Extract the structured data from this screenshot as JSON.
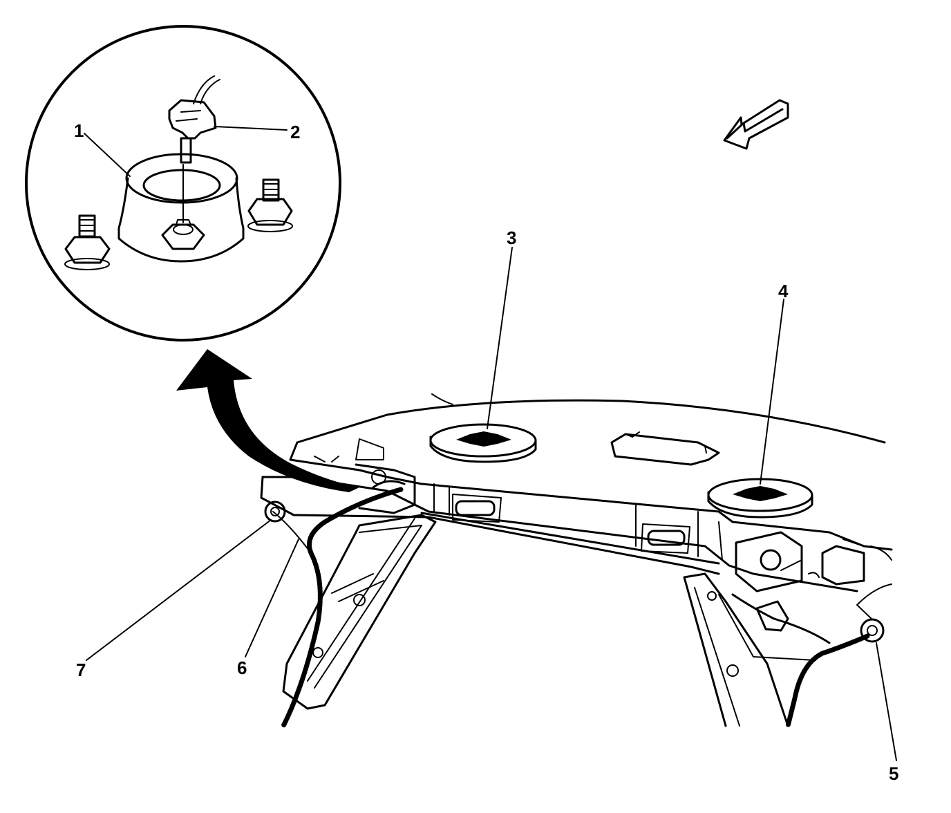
{
  "callouts": [
    {
      "id": "1",
      "label": "1"
    },
    {
      "id": "2",
      "label": "2"
    },
    {
      "id": "3",
      "label": "3"
    },
    {
      "id": "4",
      "label": "4"
    },
    {
      "id": "5",
      "label": "5"
    },
    {
      "id": "6",
      "label": "6"
    },
    {
      "id": "7",
      "label": "7"
    }
  ],
  "icons": {
    "detail_view": "magnified-detail-circle",
    "sensor": "sensor-connector-icon",
    "direction": "forward-arrow-icon",
    "transition": "curved-arrow-icon"
  },
  "colors": {
    "line": "#000000",
    "background": "#ffffff"
  }
}
